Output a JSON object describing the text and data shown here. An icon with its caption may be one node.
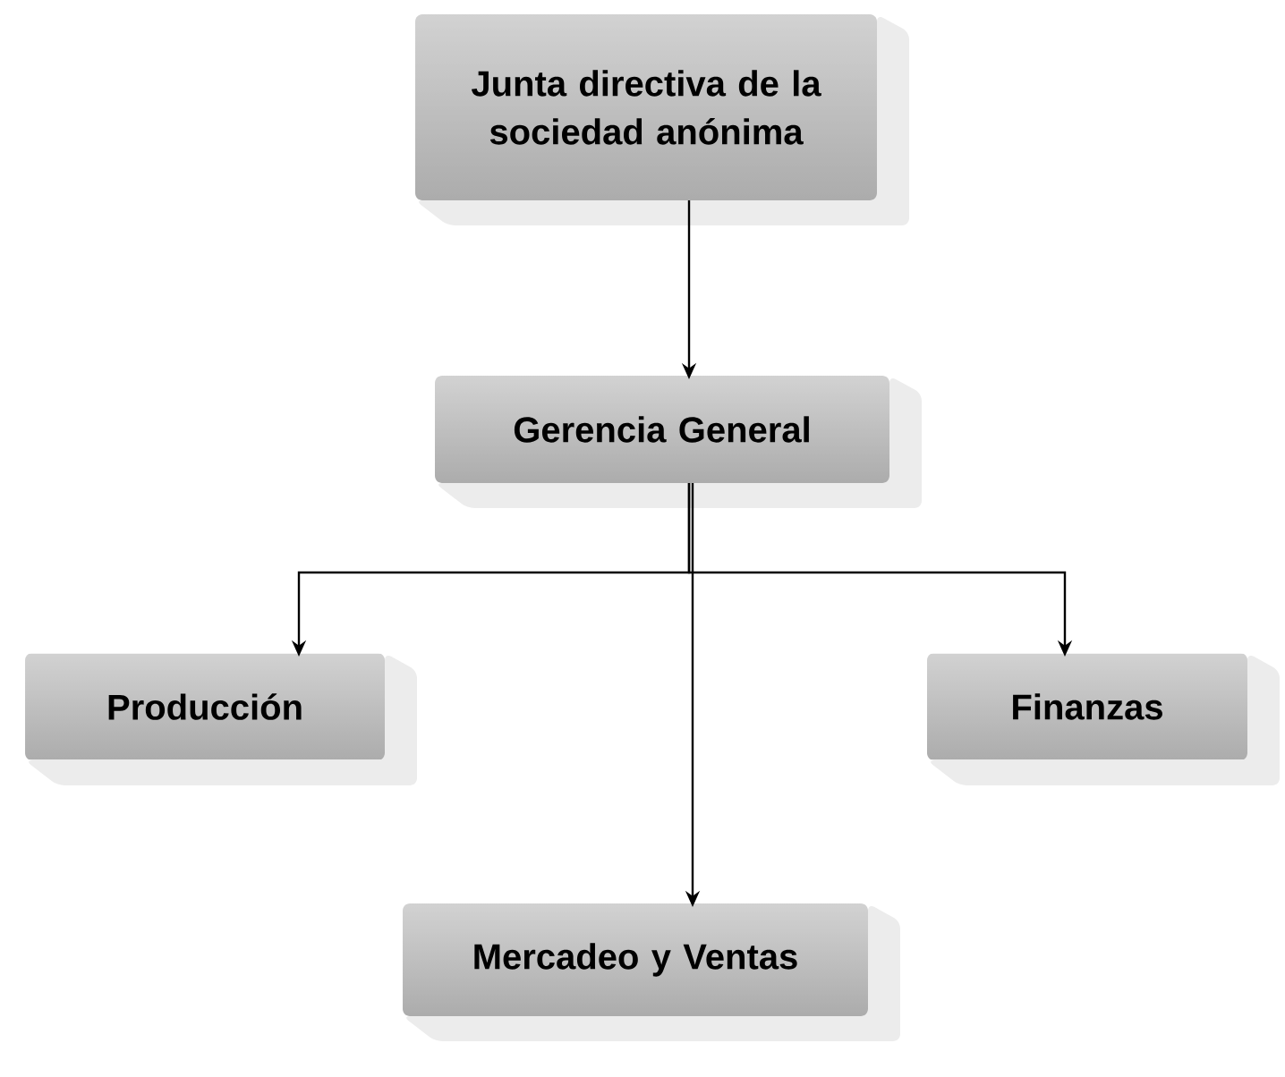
{
  "diagram": {
    "nodes": [
      {
        "text": [
          "Junta directiva de la sociedad anónima"
        ]
      },
      {
        "text": [
          "Gerencia General"
        ]
      },
      {
        "text": [
          "Producción"
        ]
      },
      {
        "text": [
          "Finanzas"
        ]
      },
      {
        "text": [
          "Mercadeo y Ventas"
        ]
      }
    ],
    "edges": [
      {
        "from": 0,
        "to": 1,
        "arrow": "to"
      },
      {
        "from": 1,
        "to": 2,
        "arrow": "to"
      },
      {
        "from": 1,
        "to": 4,
        "arrow": "to"
      },
      {
        "from": 1,
        "to": 3,
        "arrow": "to"
      }
    ]
  }
}
